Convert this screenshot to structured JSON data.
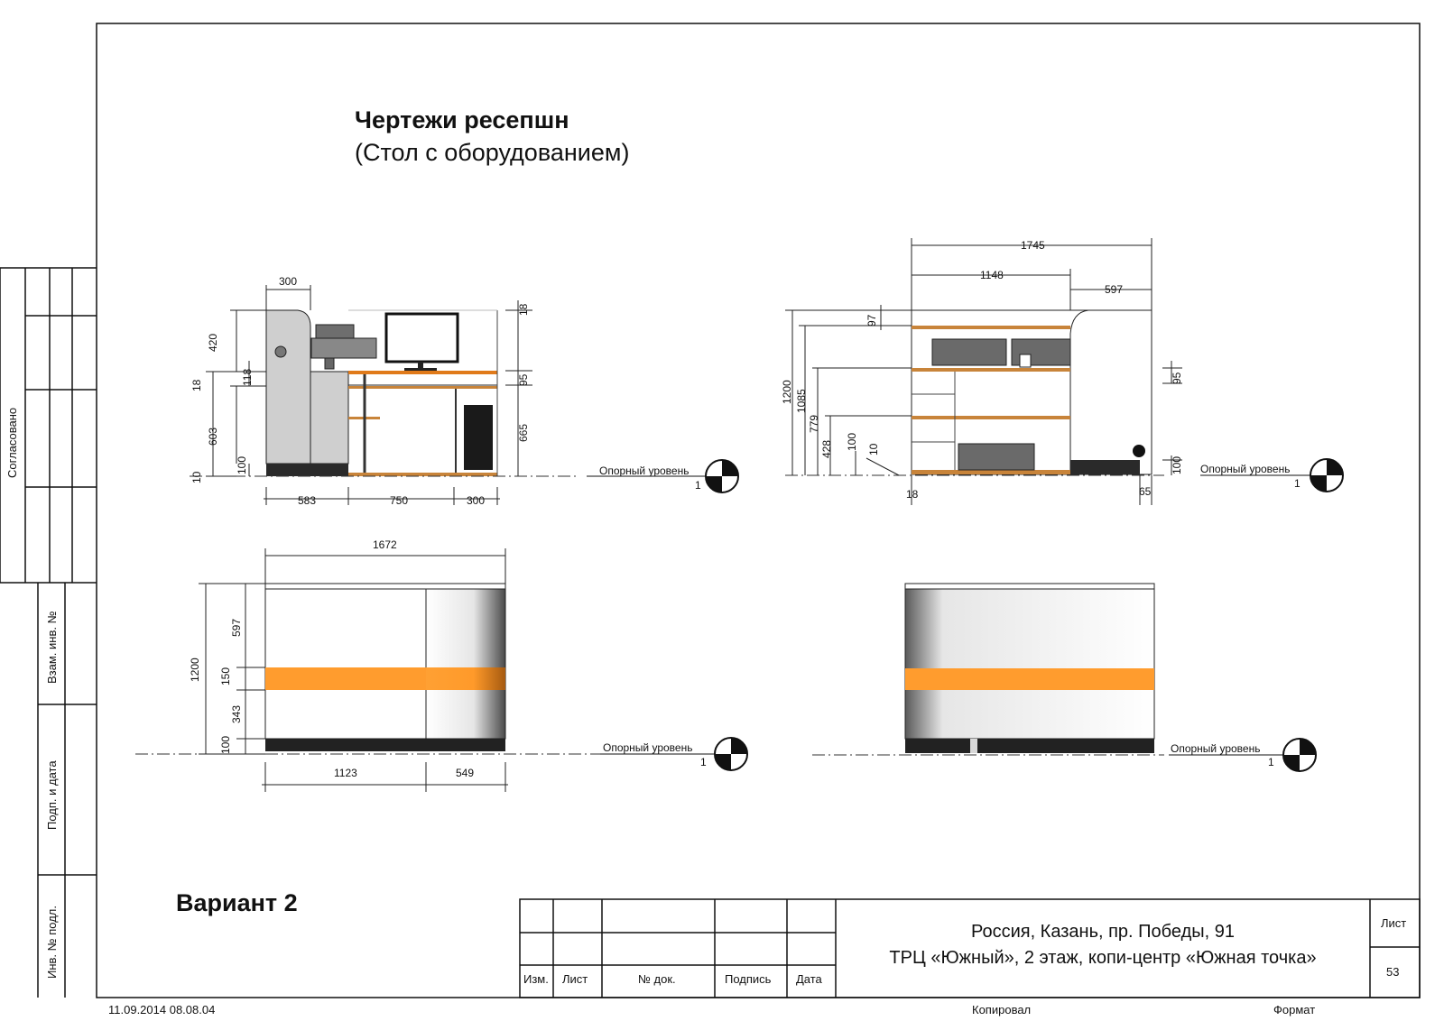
{
  "title": "Чертежи ресепшн",
  "subtitle": "(Стол с оборудованием)",
  "variant": "Вариант 2",
  "side_labels": {
    "agreed": "Согласовано",
    "replace_inv": "Взам. инв. №",
    "sign_date": "Подп. и дата",
    "inv_no": "Инв. № подл."
  },
  "stamp": {
    "col_change": "Изм.",
    "col_sheet": "Лист",
    "col_doc": "№ док.",
    "col_sign": "Подпись",
    "col_date": "Дата",
    "address_line1": "Россия, Казань, пр. Победы, 91",
    "address_line2": "ТРЦ «Южный», 2 этаж, копи-центр «Южная точка»",
    "sheet_label": "Лист",
    "sheet_number": "53"
  },
  "footer": {
    "datetime": "11.09.2014 08.08.04",
    "copied": "Копировал",
    "format": "Формат"
  },
  "level_label": "Опорный уровень",
  "level_number": "1",
  "view1_dims": {
    "top_300": "300",
    "d420": "420",
    "d18a": "18",
    "d118": "118",
    "d18b": "18",
    "d603": "603",
    "d100": "100",
    "d10": "10",
    "d95": "95",
    "d665": "665",
    "b583": "583",
    "b750": "750",
    "b300": "300"
  },
  "view2_dims": {
    "d1745": "1745",
    "d1148": "1148",
    "d597": "597",
    "d97": "97",
    "d1200": "1200",
    "d1085": "1085",
    "d779": "779",
    "d428": "428",
    "d100": "100",
    "d10": "10",
    "d18": "18",
    "d95": "95",
    "d100r": "100",
    "d65": "65"
  },
  "view3_dims": {
    "d1672": "1672",
    "d1200": "1200",
    "d597": "597",
    "d150": "150",
    "d343": "343",
    "d100": "100",
    "b1123": "1123",
    "b549": "549"
  }
}
